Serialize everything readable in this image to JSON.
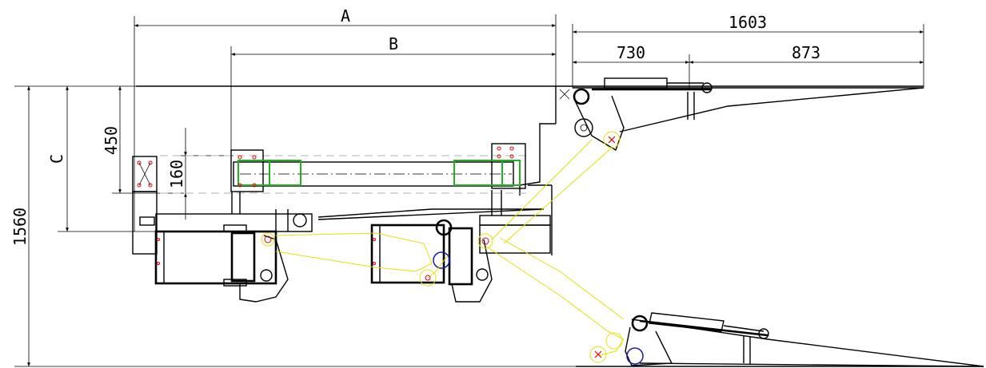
{
  "dimensions": {
    "A": "A",
    "B": "B",
    "C": "C",
    "d1603": "1603",
    "d730": "730",
    "d873": "873",
    "d1560": "1560",
    "d450": "450",
    "d160": "160"
  },
  "colors": {
    "outline": "#000000",
    "construction": "#e6e000",
    "highlight": "#22b022",
    "marker": "#e00000",
    "pivot": "#1a1aa8",
    "centerline": "#b0b0b0"
  }
}
